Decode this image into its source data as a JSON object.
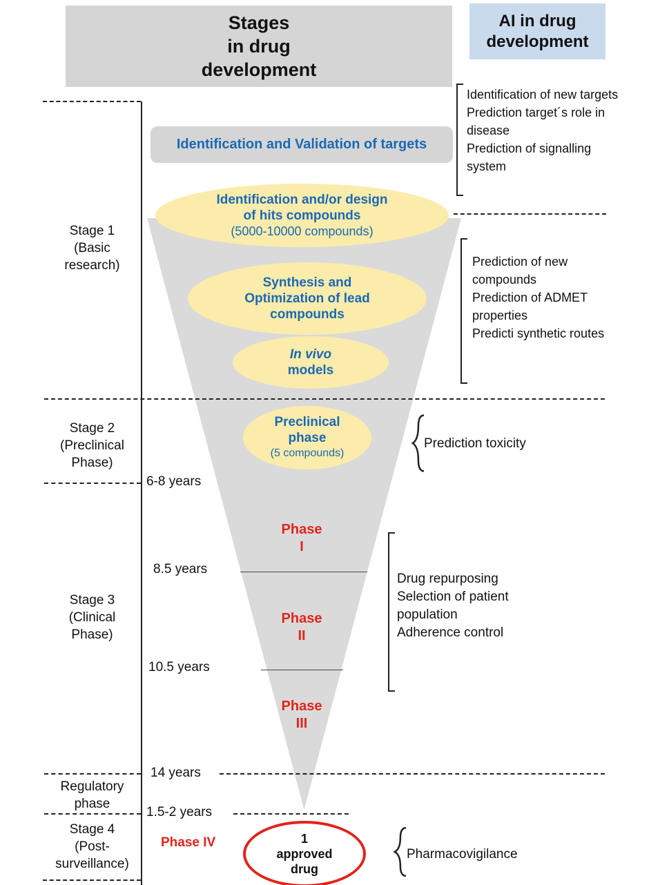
{
  "colors": {
    "header_gray": "#d5d5d5",
    "header_blue_bg": "#c9daed",
    "funnel_gray": "#dadada",
    "ellipse_yellow": "#fbecab",
    "text_blue": "#1b69b4",
    "text_red": "#e0241b"
  },
  "headers": {
    "stages_title": "Stages\nin drug\ndevelopment",
    "ai_title": "AI in drug\ndevelopment"
  },
  "stage_labels": {
    "stage1": "Stage 1\n(Basic\nresearch)",
    "stage2": "Stage 2\n(Preclinical\nPhase)",
    "stage3": "Stage 3\n(Clinical\nPhase)",
    "regulatory": "Regulatory\nphase",
    "stage4": "Stage 4\n(Post-\nsurveillance)"
  },
  "timeline": {
    "years_6_8": "6-8 years",
    "years_8_5": "8.5 years",
    "years_10_5": "10.5 years",
    "years_14": "14 years",
    "years_1_5_2": "1.5-2 years"
  },
  "pipeline": {
    "targets_box": "Identification and Validation of targets",
    "hits_main": "Identification and/or design\nof hits compounds",
    "hits_sub": "(5000-10000 compounds)",
    "lead": "Synthesis and\nOptimization of lead\ncompounds",
    "invivo_italic": "In vivo",
    "invivo_rest": "models",
    "preclinical_main": "Preclinical\nphase",
    "preclinical_sub": "(5 compounds)",
    "phase1": "Phase\nI",
    "phase2": "Phase\nII",
    "phase3": "Phase\nIII",
    "phase4": "Phase IV",
    "approved_drug": "1\napproved\ndrug"
  },
  "ai_annotations": {
    "targets_group": [
      "Identification of new targets",
      "Prediction target´s role in disease",
      "Prediction of signalling system"
    ],
    "compounds_group": [
      "Prediction of new compounds",
      "Prediction of ADMET properties",
      "Predicti synthetic routes"
    ],
    "toxicity": "Prediction toxicity",
    "clinical_group": [
      "Drug repurposing",
      "Selection of patient population",
      "Adherence control"
    ],
    "pharmacovigilance": "Pharmacovigilance"
  }
}
